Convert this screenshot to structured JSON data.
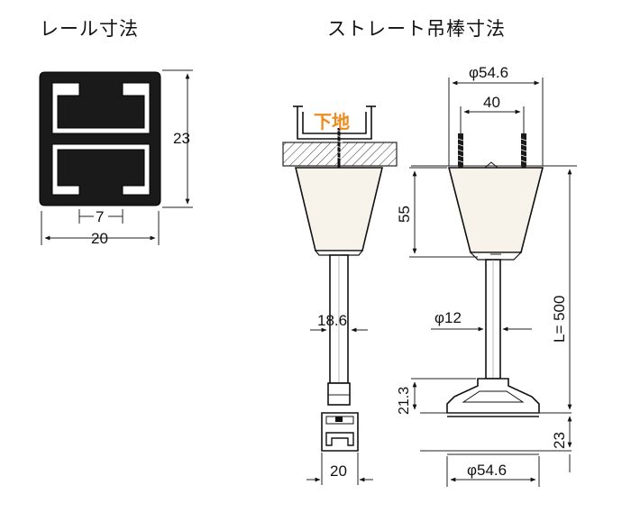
{
  "titles": {
    "rail": "レール寸法",
    "straight_rod": "ストレート吊棒寸法"
  },
  "rail_dims": {
    "height": "23",
    "opening": "7",
    "width": "20"
  },
  "left_view": {
    "base_label": "下地",
    "rod_width": "18.6",
    "rail_width": "20"
  },
  "right_view": {
    "top_diameter": "φ54.6",
    "screw_spacing": "40",
    "cone_height": "55",
    "rod_diameter": "φ12",
    "length": "L= 500",
    "bracket_height": "21.3",
    "rail_height": "23",
    "bottom_diameter": "φ54.6"
  },
  "colors": {
    "line": "#222222",
    "base_label": "#f08a1c",
    "cone_fill": "#f7f2ea"
  }
}
